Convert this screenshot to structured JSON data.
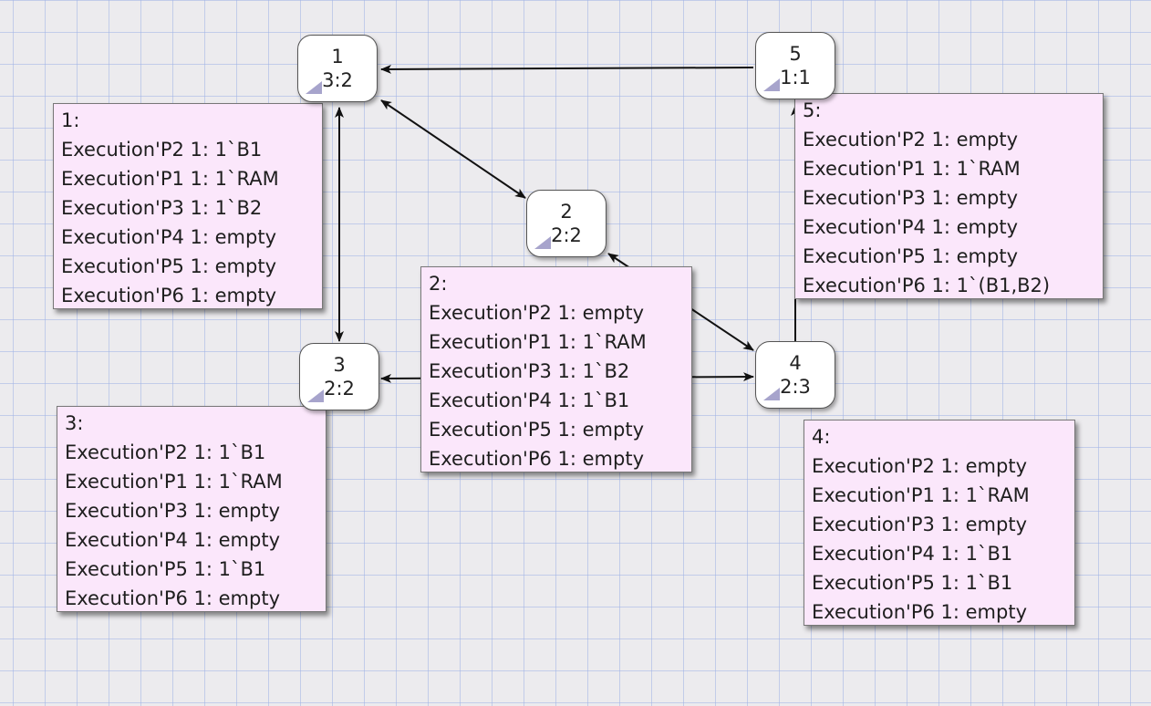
{
  "nodes": [
    {
      "id": "1",
      "label": "1",
      "counts": "3:2"
    },
    {
      "id": "2",
      "label": "2",
      "counts": "2:2"
    },
    {
      "id": "3",
      "label": "3",
      "counts": "2:2"
    },
    {
      "id": "4",
      "label": "4",
      "counts": "2:3"
    },
    {
      "id": "5",
      "label": "5",
      "counts": "1:1"
    }
  ],
  "edges": [
    {
      "from": "5",
      "to": "1",
      "bidirectional": false
    },
    {
      "from": "1",
      "to": "2",
      "bidirectional": true
    },
    {
      "from": "1",
      "to": "3",
      "bidirectional": true
    },
    {
      "from": "2",
      "to": "4",
      "bidirectional": true
    },
    {
      "from": "3",
      "to": "4",
      "bidirectional": true
    },
    {
      "from": "4",
      "to": "5",
      "bidirectional": false
    }
  ],
  "info_boxes": [
    {
      "node": "1",
      "header": "1:",
      "lines": [
        "Execution'P2 1: 1`B1",
        "Execution'P1 1: 1`RAM",
        "Execution'P3 1: 1`B2",
        "Execution'P4 1: empty",
        "Execution'P5 1: empty",
        "Execution'P6 1: empty"
      ]
    },
    {
      "node": "2",
      "header": "2:",
      "lines": [
        "Execution'P2 1: empty",
        "Execution'P1 1: 1`RAM",
        "Execution'P3 1: 1`B2",
        "Execution'P4 1: 1`B1",
        "Execution'P5 1: empty",
        "Execution'P6 1: empty"
      ]
    },
    {
      "node": "3",
      "header": "3:",
      "lines": [
        "Execution'P2 1: 1`B1",
        "Execution'P1 1: 1`RAM",
        "Execution'P3 1: empty",
        "Execution'P4 1: empty",
        "Execution'P5 1: 1`B1",
        "Execution'P6 1: empty"
      ]
    },
    {
      "node": "4",
      "header": "4:",
      "lines": [
        "Execution'P2 1: empty",
        "Execution'P1 1: 1`RAM",
        "Execution'P3 1: empty",
        "Execution'P4 1: 1`B1",
        "Execution'P5 1: 1`B1",
        "Execution'P6 1: empty"
      ]
    },
    {
      "node": "5",
      "header": "5:",
      "lines": [
        "Execution'P2 1: empty",
        "Execution'P1 1: 1`RAM",
        "Execution'P3 1: empty",
        "Execution'P4 1: empty",
        "Execution'P5 1: empty",
        "Execution'P6 1: 1`(B1,B2)"
      ]
    }
  ],
  "colors": {
    "background": "#ecebee",
    "grid": "#a0b2e6",
    "info_fill": "#fbe7fb",
    "node_fill": "#ffffff",
    "corner_marker": "#a7a4cc",
    "edge": "#111111"
  }
}
